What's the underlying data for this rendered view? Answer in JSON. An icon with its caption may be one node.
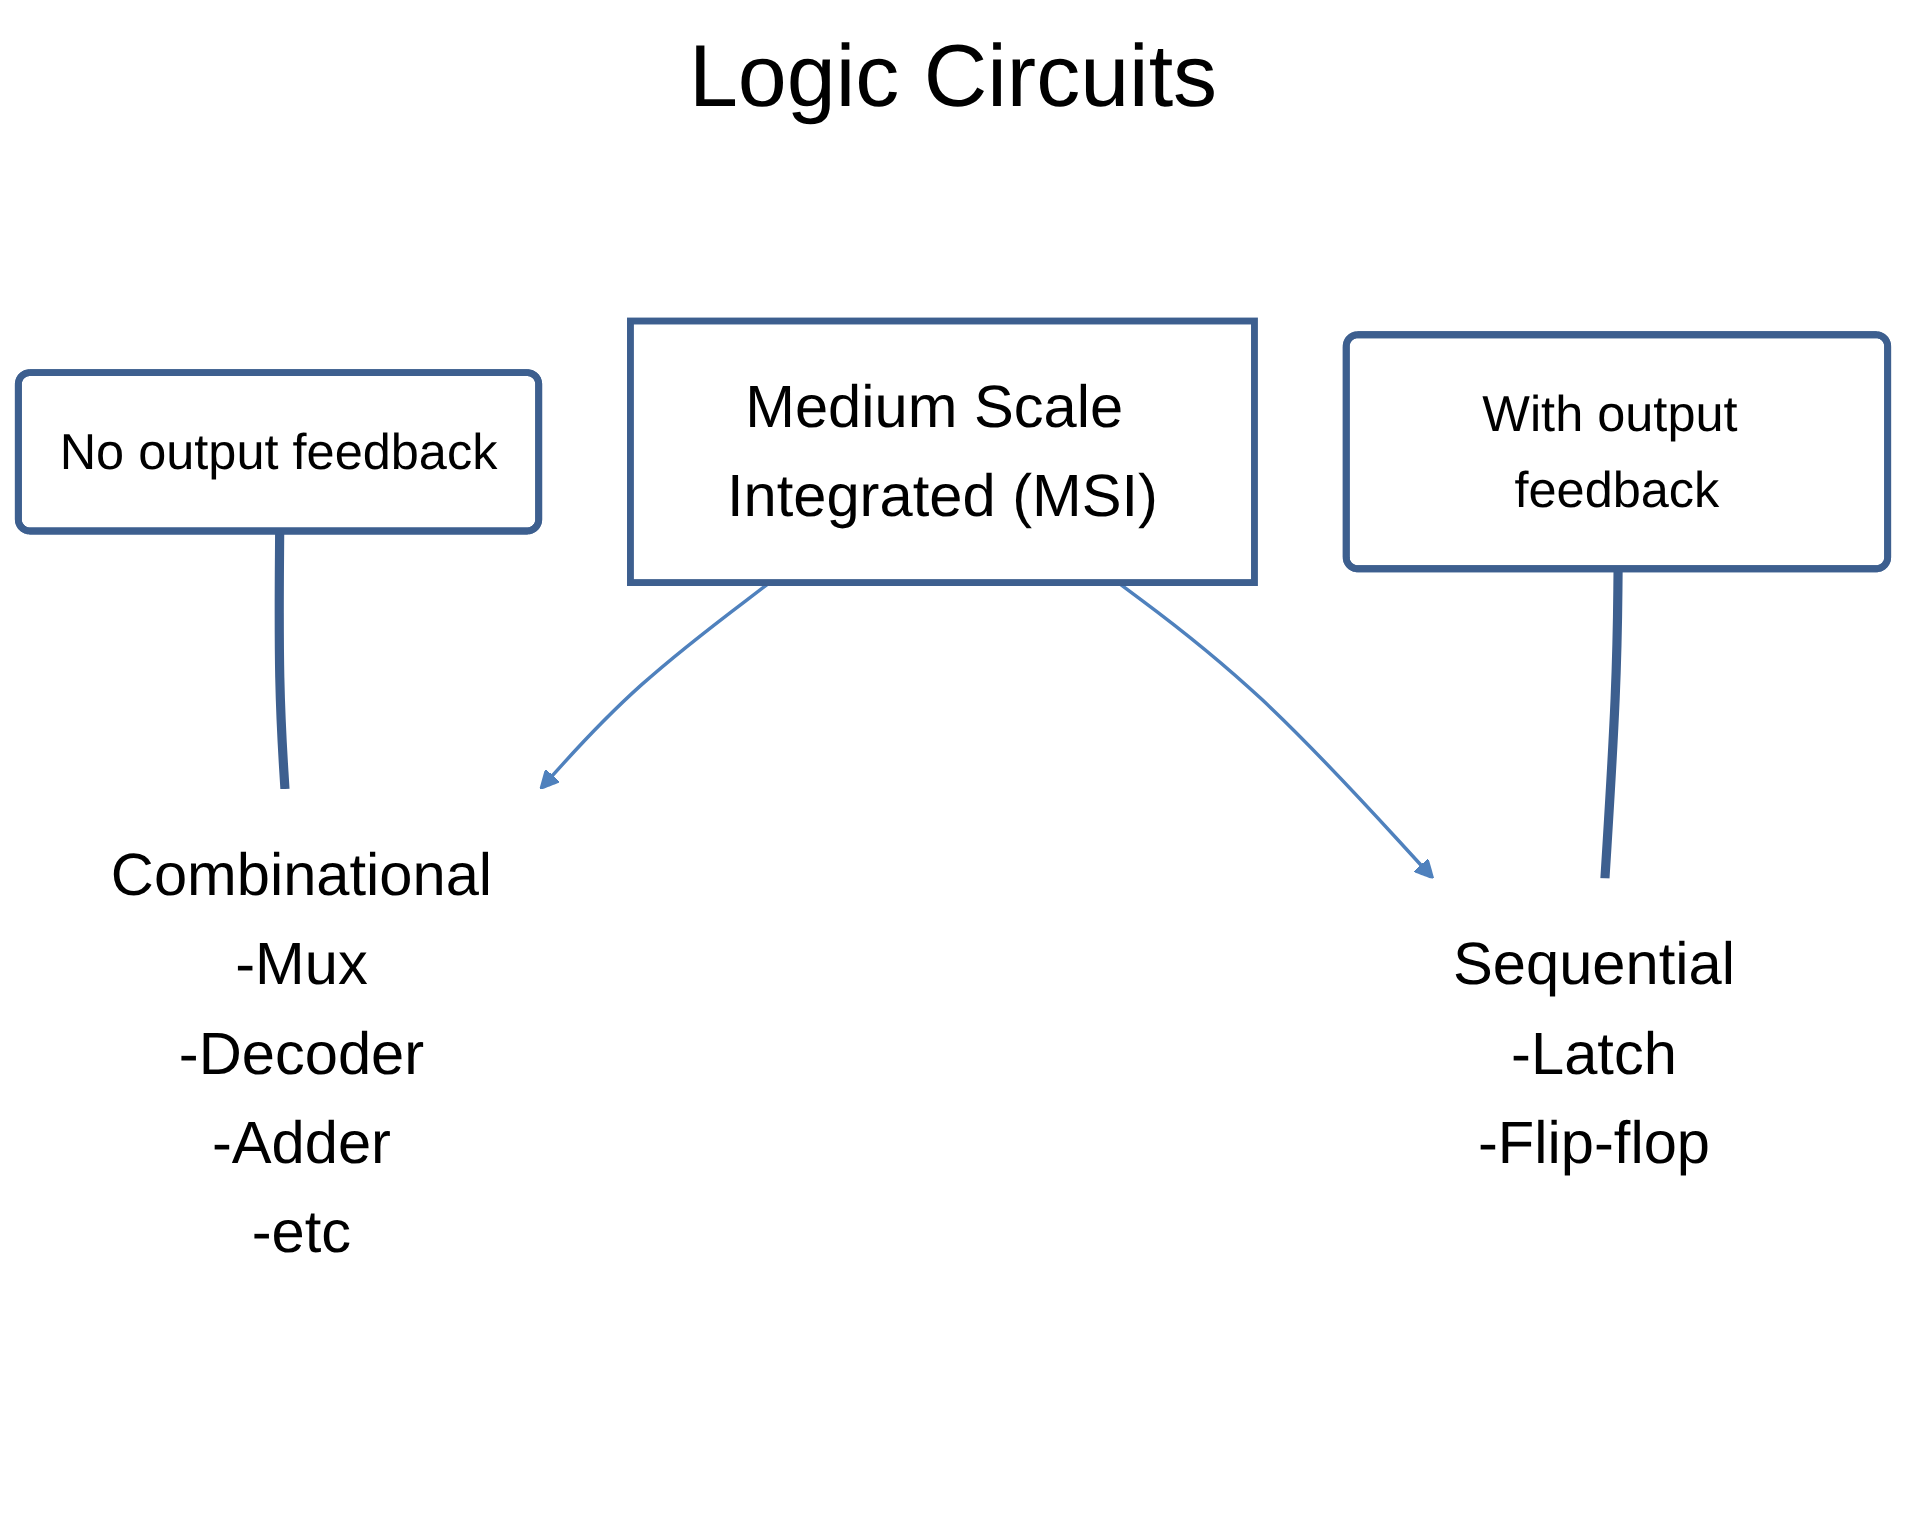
{
  "diagram": {
    "title": "Logic Circuits",
    "nodes": [
      {
        "text": [
          "No output feedback"
        ]
      },
      {
        "text": [
          "Medium Scale Integrated (MSI)"
        ]
      },
      {
        "text": [
          "With output feedback"
        ]
      },
      {
        "text": [
          "Combinational",
          "-Mux",
          "-Decoder",
          "-Adder",
          "-etc"
        ]
      },
      {
        "text": [
          "Sequential",
          "-Latch",
          "-Flip-flop"
        ]
      }
    ],
    "edges": [
      {
        "from": 1,
        "to": 3,
        "arrow": "to",
        "color": "#4f81bd"
      },
      {
        "from": 1,
        "to": 4,
        "arrow": "to",
        "color": "#4f81bd"
      },
      {
        "from": 0,
        "to": 3,
        "arrow": "none",
        "style": "thick",
        "color": "#3d5f8f"
      },
      {
        "from": 2,
        "to": 4,
        "arrow": "none",
        "style": "thick",
        "color": "#3d5f8f"
      }
    ]
  }
}
